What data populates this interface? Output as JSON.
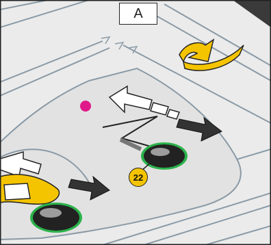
{
  "figure": {
    "view_label": "A",
    "callouts": [
      {
        "number": "22",
        "target": "button-lower-right"
      }
    ]
  },
  "colors": {
    "background": "#ebebeb",
    "panel": "#e4e4e4",
    "line": "#8a9aa6",
    "outline": "#222222",
    "accent_yellow": "#f5c400",
    "accent_magenta": "#e0198a",
    "button_ring": "#2bb24a",
    "corner_dark": "#3a3a3a"
  },
  "icons": [
    "finger-swipe-arrow-icon",
    "direction-arrow-icon",
    "curved-arrow-icon",
    "indicator-dot-icon"
  ]
}
